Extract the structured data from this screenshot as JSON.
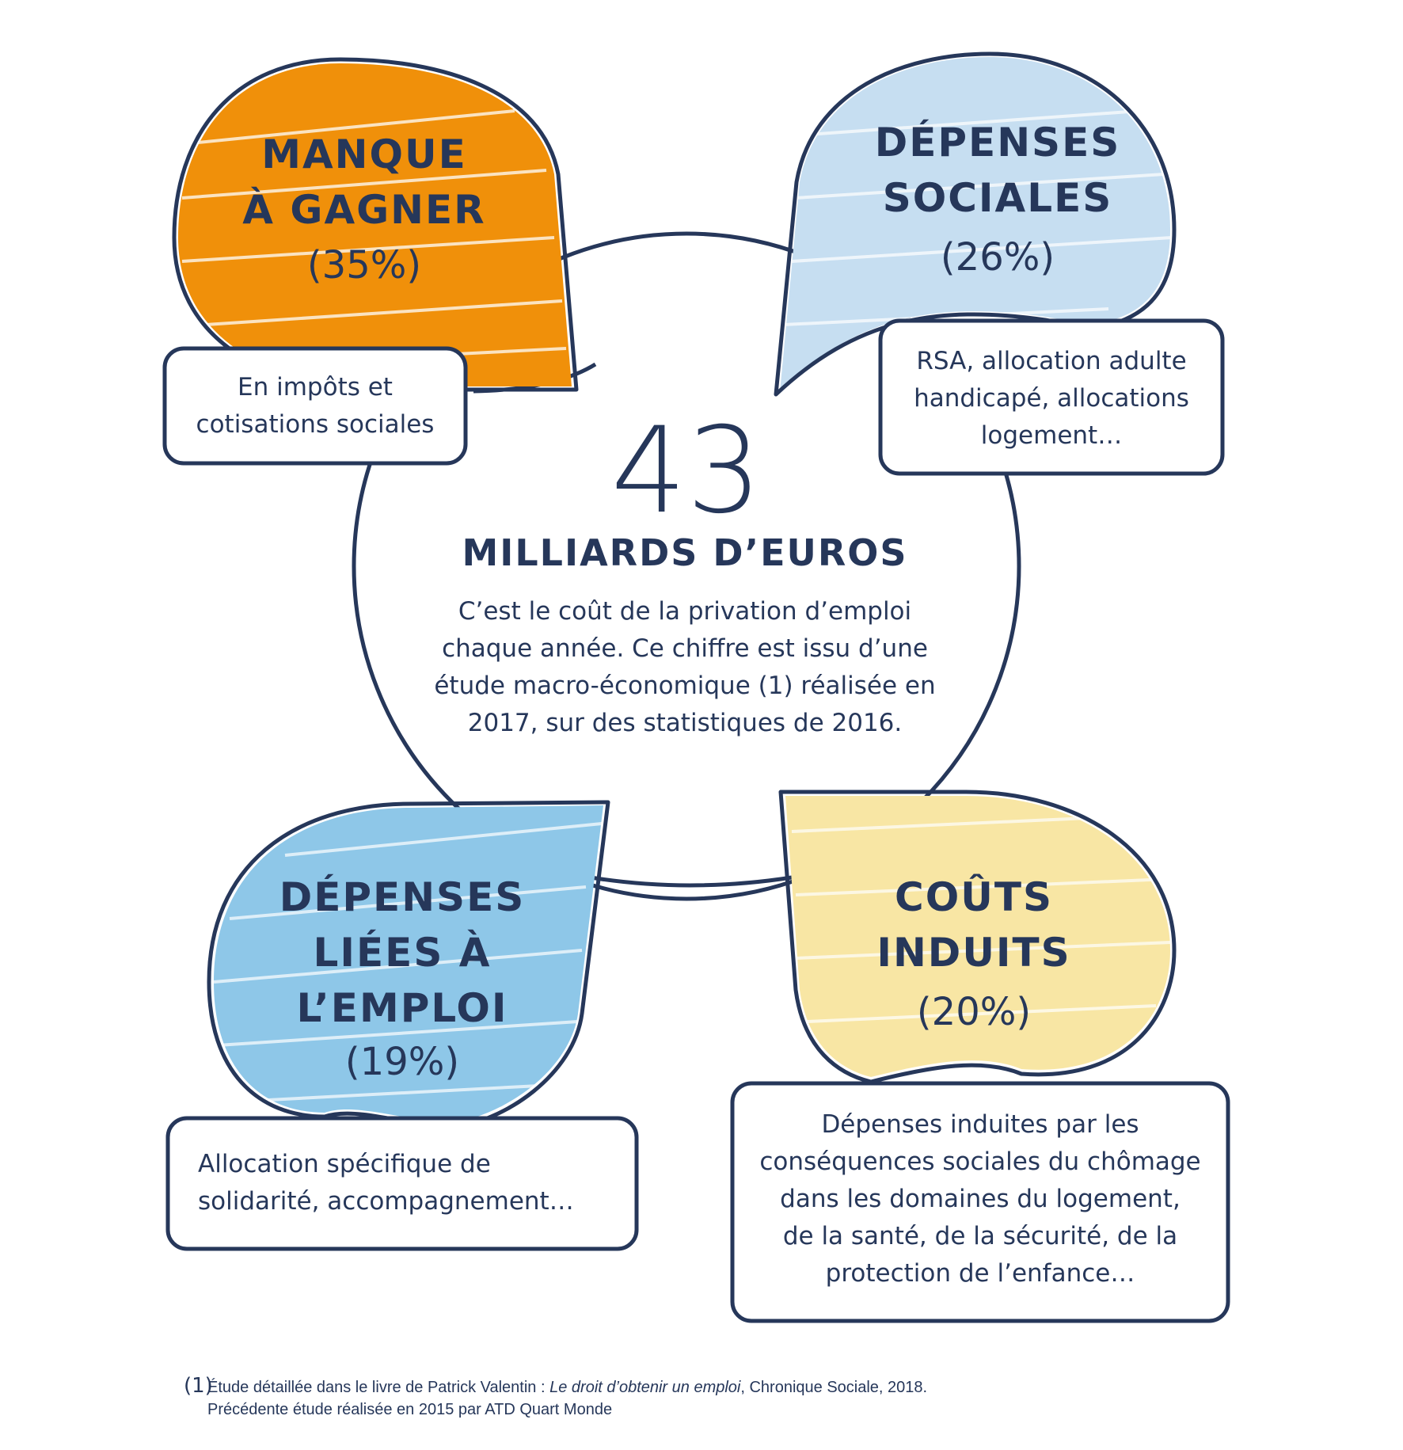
{
  "center": {
    "amount": "43",
    "unit": "MILLIARDS D’EUROS",
    "description": [
      "C’est le coût de la privation d’emploi",
      "chaque année. Ce chiffre est issu d’une",
      "étude macro-économique (1) réalisée en",
      "2017, sur des statistiques de 2016."
    ]
  },
  "blobs": {
    "manque": {
      "title": [
        "MANQUE",
        "À GAGNER"
      ],
      "percent": "(35%)",
      "note": [
        "En impôts et",
        "cotisations sociales"
      ],
      "color": "#f0900a"
    },
    "sociales": {
      "title": [
        "DÉPENSES",
        "SOCIALES"
      ],
      "percent": "(26%)",
      "note": [
        "RSA, allocation adulte",
        "handicapé, allocations",
        "logement…"
      ],
      "color": "#c6def1"
    },
    "emploi": {
      "title": [
        "DÉPENSES",
        "LIÉES À",
        "L’EMPLOI"
      ],
      "percent": "(19%)",
      "note": [
        "Allocation spécifique de",
        "solidarité, accompagnement…"
      ],
      "color": "#8ec7e8"
    },
    "induits": {
      "title": [
        "COÛTS",
        "INDUITS"
      ],
      "percent": "(20%)",
      "note": [
        "Dépenses induites par les",
        "conséquences sociales du chômage",
        "dans les domaines du logement,",
        "de la santé, de la sécurité, de la",
        "protection de l’enfance…"
      ],
      "color": "#f8e6a4"
    }
  },
  "outline_color": "#26375a",
  "footnote": {
    "marker": "(1)",
    "line1_before": "Étude détaillée dans le livre de Patrick Valentin : ",
    "line1_book": "Le droit d’obtenir un emploi",
    "line1_after": ", Chronique Sociale, 2018.",
    "line2": "Précédente étude réalisée en 2015 par ATD Quart Monde"
  }
}
